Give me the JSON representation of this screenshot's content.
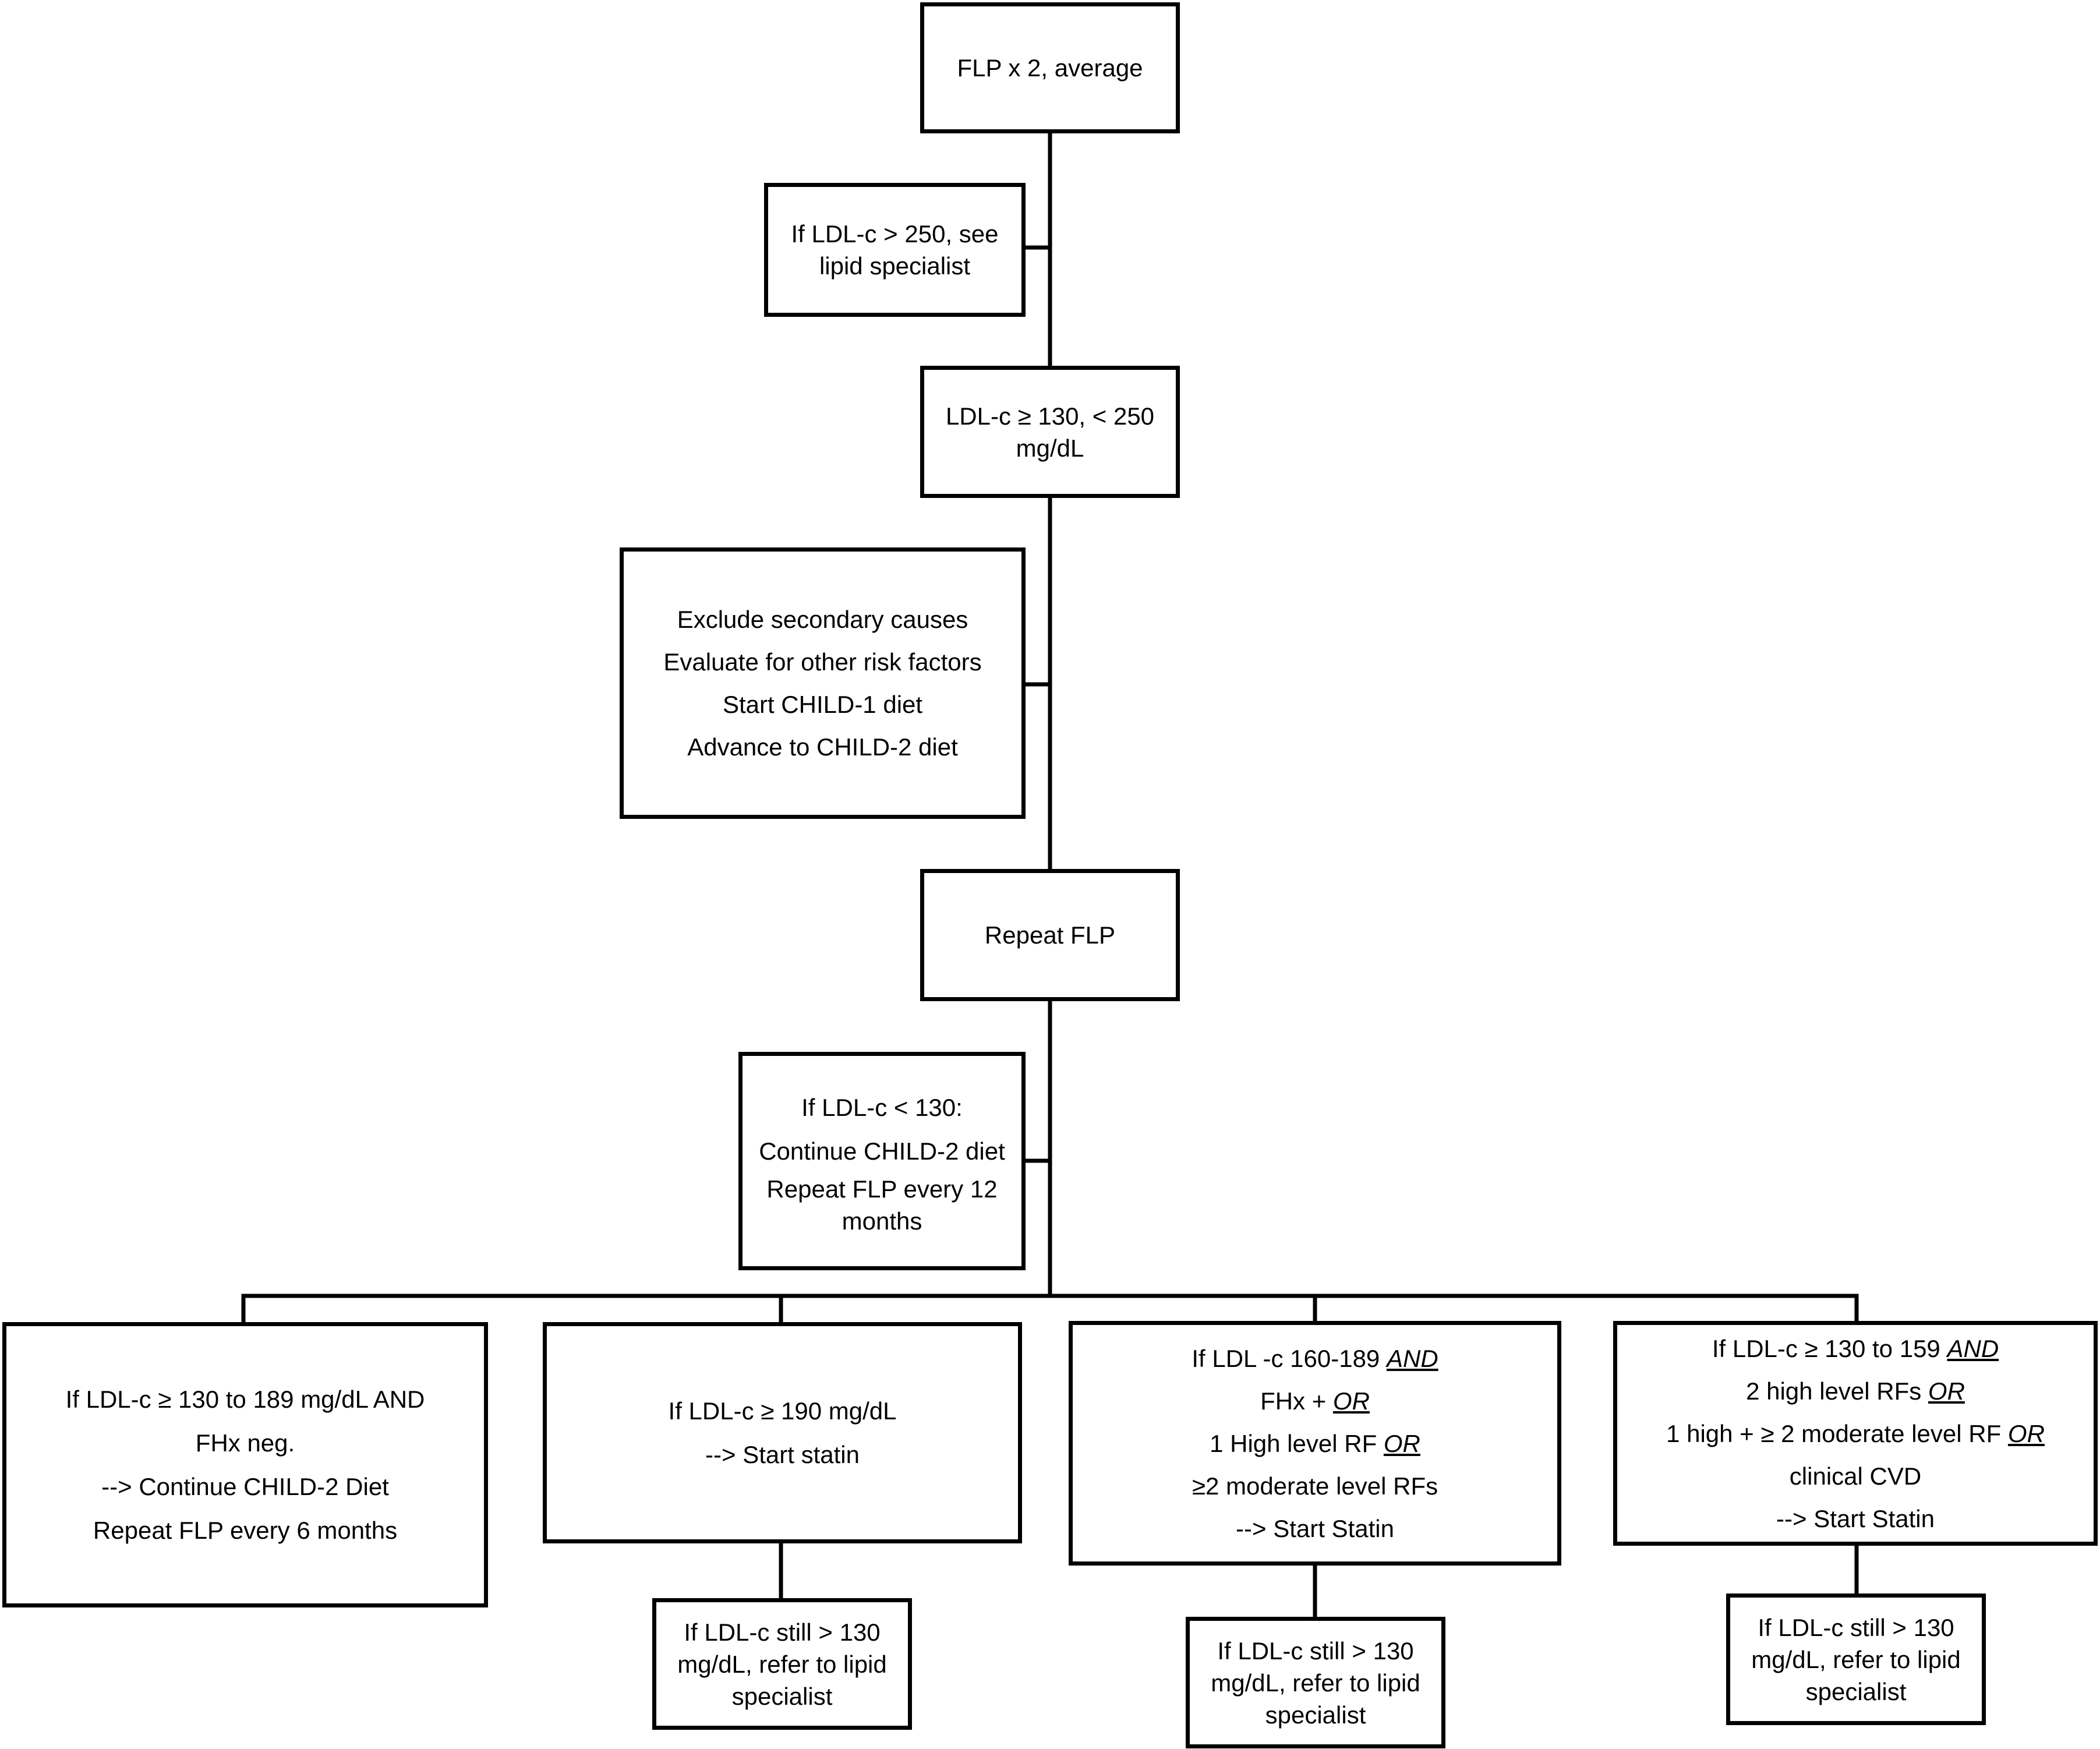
{
  "flowchart": {
    "start": {
      "lines": [
        "FLP x 2, average"
      ]
    },
    "high_ldl_note": {
      "lines": [
        "If LDL-c > 250, see",
        "lipid specialist"
      ]
    },
    "ldl_range": {
      "lines": [
        "LDL-c ≥ 130, < 250",
        "mg/dL"
      ]
    },
    "lifestyle": {
      "lines": [
        "Exclude secondary causes",
        "Evaluate for other risk factors",
        "Start CHILD-1 diet",
        "Advance to CHILD-2 diet"
      ]
    },
    "repeat_flp": {
      "lines": [
        "Repeat FLP"
      ]
    },
    "low_ldl_note": {
      "lines": [
        "If LDL-c < 130:",
        "Continue CHILD-2 diet",
        "Repeat FLP every 12",
        "months"
      ]
    },
    "branches": [
      {
        "lines": [
          "If LDL-c ≥ 130 to 189 mg/dL AND",
          "FHx neg.",
          "--> Continue CHILD-2 Diet",
          "Repeat FLP every 6 months"
        ]
      },
      {
        "lines": [
          "If LDL-c ≥ 190 mg/dL",
          "--> Start statin"
        ]
      },
      {
        "line1_text": "If LDL -c 160-189 ",
        "line1_em": "AND",
        "line2_text": "FHx + ",
        "line2_em": "OR",
        "line3_text": "1 High level RF ",
        "line3_em": "OR",
        "line4": "≥2  moderate level RFs",
        "line5": "--> Start Statin"
      },
      {
        "line1_text": "If LDL-c ≥ 130 to 159 ",
        "line1_em": "AND",
        "line2_text": "2 high level RFs ",
        "line2_em": "OR",
        "line3_text": "1 high + ≥ 2 moderate level RF ",
        "line3_em": "OR",
        "line4": "clinical CVD",
        "line5": "--> Start Statin"
      }
    ],
    "referral_notes": [
      {
        "lines": [
          "If LDL-c still > 130",
          "mg/dL, refer to lipid",
          "specialist"
        ]
      },
      {
        "lines": [
          "If LDL-c still > 130",
          "mg/dL, refer to lipid",
          "specialist"
        ]
      },
      {
        "lines": [
          "If LDL-c still > 130",
          "mg/dL, refer to lipid",
          "specialist"
        ]
      }
    ]
  }
}
